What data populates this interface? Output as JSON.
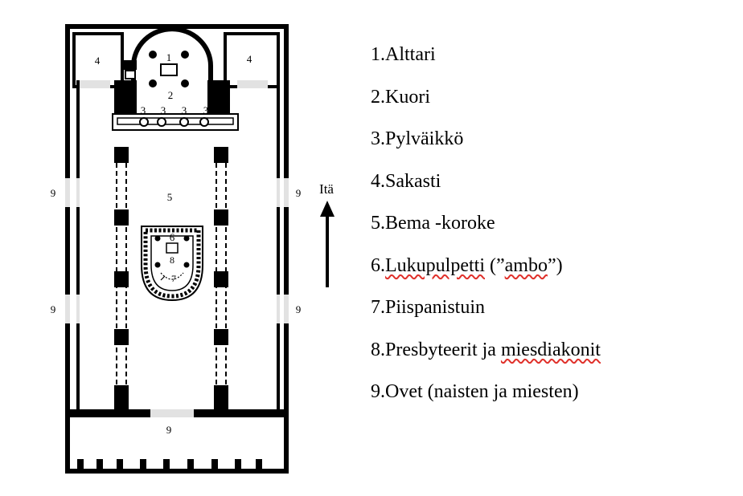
{
  "plan": {
    "labels": {
      "altar": "1",
      "choir": "2",
      "colonnade_a": "3",
      "colonnade_b": "3",
      "colonnade_c": "3",
      "colonnade_d": "3",
      "sacristy_left": "4",
      "sacristy_right": "4",
      "bema": "5",
      "ambo": "6",
      "bishop_seat": "7",
      "presbyters": "8",
      "door_left_upper": "9",
      "door_right_upper": "9",
      "door_left_lower": "9",
      "door_right_lower": "9",
      "door_bottom": "9"
    },
    "compass_label": "Itä"
  },
  "legend": [
    {
      "text": "1.Alttari"
    },
    {
      "text": "2.Kuori"
    },
    {
      "text": "3.Pylväikkö"
    },
    {
      "text": "4.Sakasti"
    },
    {
      "text": "5.Bema -koroke"
    },
    {
      "prefix": "6.",
      "flagged1": "Lukupulpetti",
      "middle": " (”",
      "flagged2": "ambo",
      "suffix": "”)"
    },
    {
      "text": "7.Piispanistuin"
    },
    {
      "prefix": "8.Presbyteerit ja ",
      "flagged": "miesdiakonit"
    },
    {
      "text": "9.Ovet (naisten ja miesten)"
    }
  ]
}
